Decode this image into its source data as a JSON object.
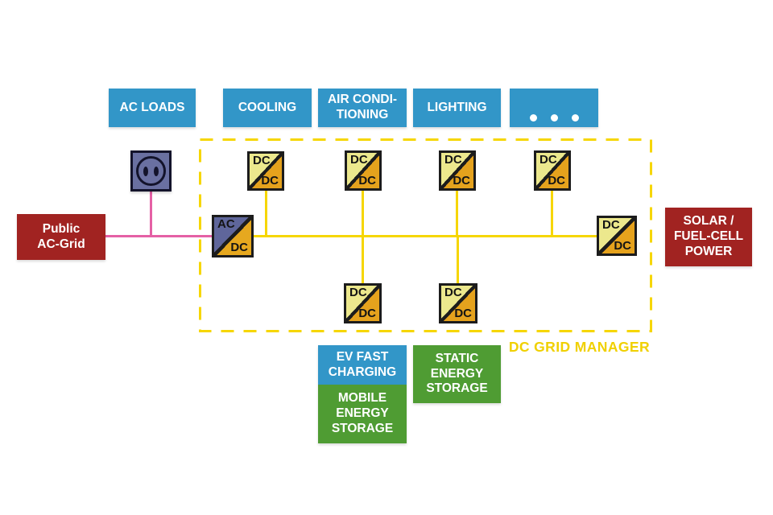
{
  "colors": {
    "load_blue": "#3296C8",
    "source_red": "#A12321",
    "storage_green": "#4F9C33",
    "ac_slate": "#5F669B",
    "dc_pale_yellow": "#ECE88D",
    "dc_orange": "#E5A21D",
    "wire_yellow": "#F6D602",
    "wire_pink": "#E560A5",
    "manager_label_yellow": "#F0D000",
    "outline_black": "#1C1C1C"
  },
  "loads_row": [
    {
      "label": "AC LOADS"
    },
    {
      "label": "COOLING"
    },
    {
      "label": "AIR CONDI-\nTIONING"
    },
    {
      "label": "LIGHTING"
    }
  ],
  "sources": {
    "public_grid_label": "Public\nAC-Grid",
    "solar_label": "SOLAR /\nFUEL-CELL\nPOWER"
  },
  "converter_labels": {
    "ac": "AC",
    "dc": "DC"
  },
  "manager": {
    "label": "DC GRID MANAGER"
  },
  "storage": {
    "ev_label": "EV FAST\nCHARGING",
    "mobile_label": "MOBILE\nENERGY\nSTORAGE",
    "static_label": "STATIC\nENERGY\nSTORAGE"
  },
  "icons": {
    "outlet": "power-socket-icon",
    "ellipsis": "ellipsis-dots-icon"
  }
}
